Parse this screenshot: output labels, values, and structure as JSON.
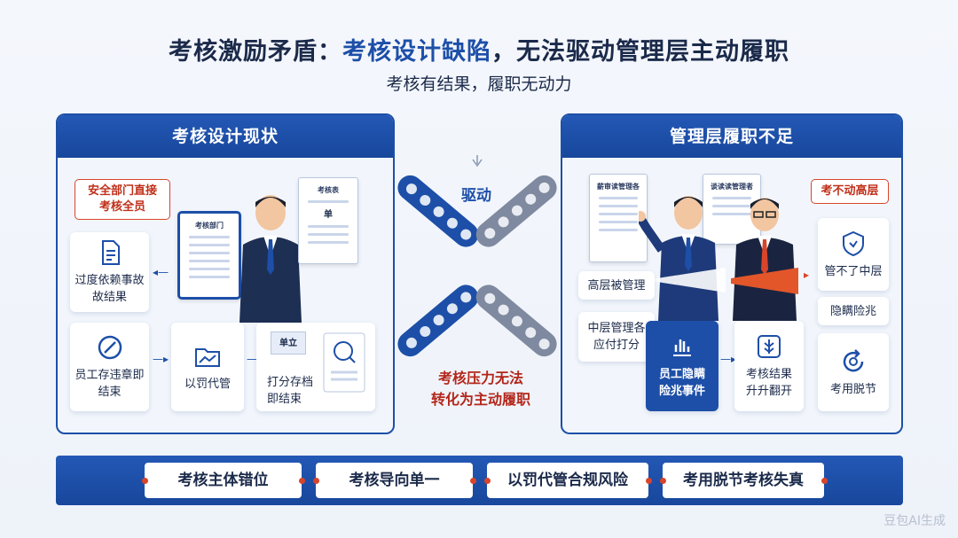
{
  "title": {
    "main": "考核激励矛盾：",
    "accent": "考核设计缺陷",
    "rest": "，无法驱动管理层主动履职"
  },
  "subtitle": "考核有结果，履职无动力",
  "left_panel": {
    "header": "考核设计现状",
    "callout": "安全部门直接\n考核全员",
    "clipboard_title": "考核部门",
    "form_title": "考核表",
    "form_tag": "单",
    "cards": {
      "accident": "过度依赖事故\n故结果",
      "violation": "员工存违章即\n结束",
      "penalty": "以罚代管",
      "archive": "打分存档\n即结束",
      "archive_tag": "单立"
    }
  },
  "middle": {
    "drive_label": "驱动",
    "pressure_text": "考核压力无法\n转化为主动履职"
  },
  "right_panel": {
    "header": "管理层履职不足",
    "doc1_title": "薪审读管理各",
    "doc2_title": "谈读读管理者",
    "callout": "考不动高层",
    "senior": "高层被管理",
    "middle_mgmt": "中层管理各\n应付打分",
    "cant_manage": "管不了中层",
    "conceal": "隐瞒险兆",
    "employee_event": "员工隐瞒\n险兆事件",
    "results_rise": "考核结果\n升升翻开",
    "decoupled": "考用脱节"
  },
  "bottom": [
    "考核主体错位",
    "考核导向单一",
    "以罚代管合规风险",
    "考用脱节考核失真"
  ],
  "watermark": "豆包AI生成",
  "colors": {
    "primary": "#1d4fa8",
    "alert": "#d8452b",
    "background": "#f2f6fc"
  }
}
